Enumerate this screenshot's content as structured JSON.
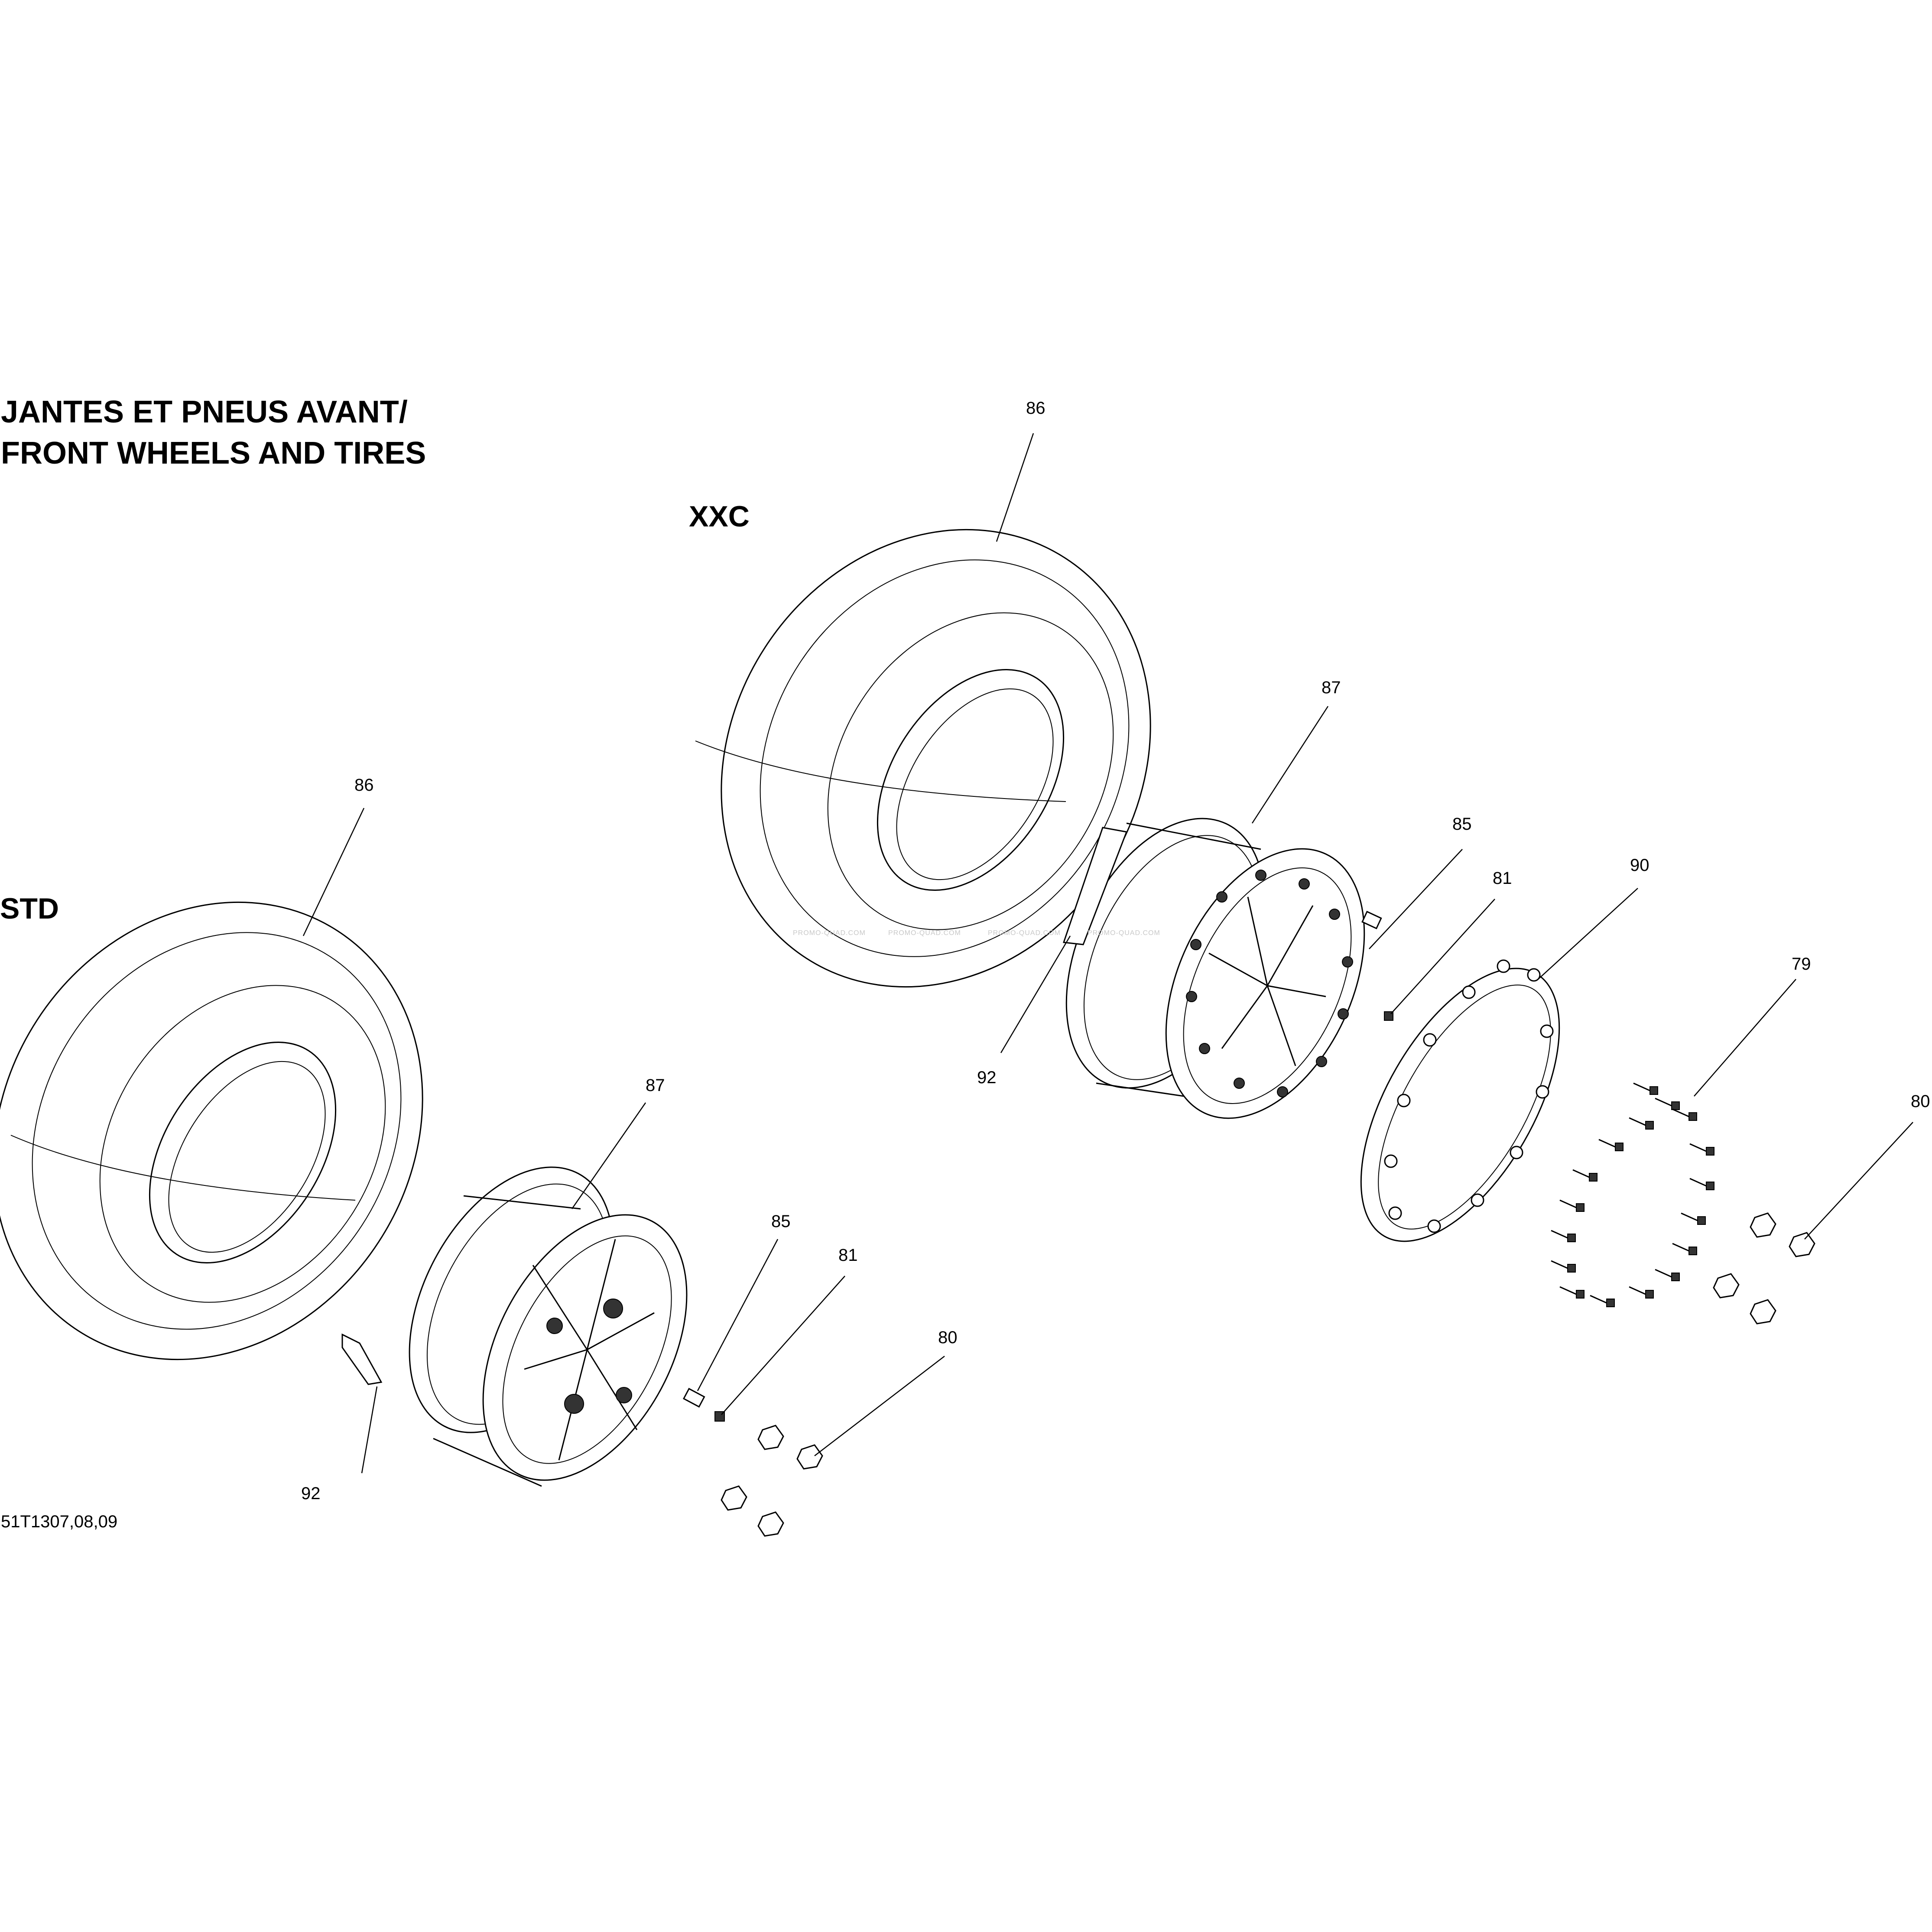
{
  "title": {
    "line1": "JANTES ET PNEUS AVANT/",
    "line2": "FRONT WHEELS AND TIRES"
  },
  "variants": {
    "std": "STD",
    "xxc": "XXC"
  },
  "callouts": {
    "std_tire": "86",
    "std_rim": "87",
    "std_valve": "85",
    "std_valve_cap": "81",
    "std_lug_nut": "80",
    "std_weight": "92",
    "xxc_tire": "86",
    "xxc_rim": "87",
    "xxc_valve": "85",
    "xxc_valve_cap": "81",
    "xxc_beadlock_ring": "90",
    "xxc_ring_screw": "79",
    "xxc_lug_nut": "80",
    "xxc_weight": "92"
  },
  "reference": "51T1307,08,09",
  "watermark": "PROMO-QUAD.COM"
}
